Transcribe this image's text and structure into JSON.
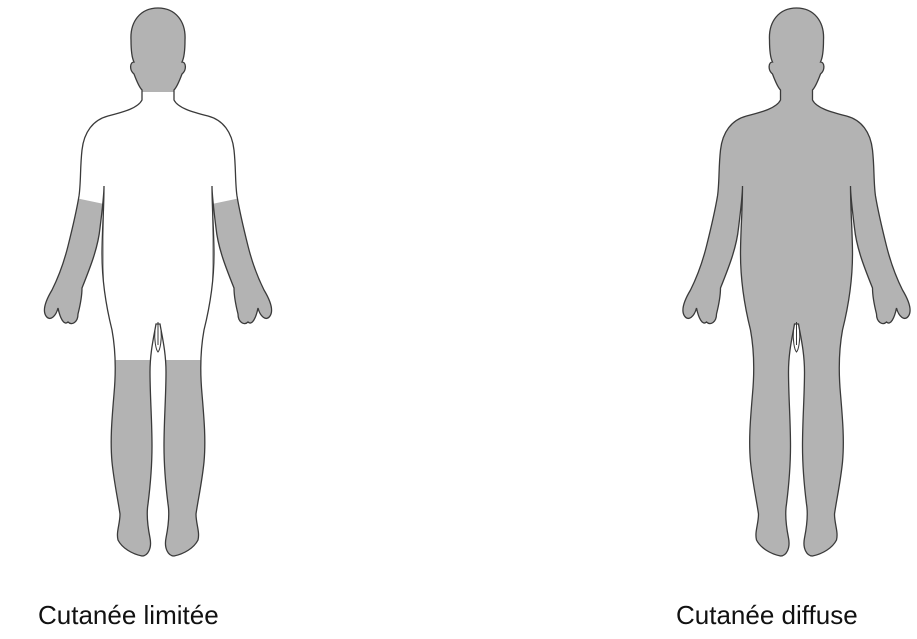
{
  "captions": {
    "limited": "Cutanée limitée",
    "diffuse": "Cutanée diffuse"
  },
  "colors": {
    "affected_skin": "#b3b3b3",
    "unaffected_skin": "#ffffff",
    "outline": "#3a3a3a"
  },
  "figures": [
    {
      "id": "limited",
      "affected_regions": [
        "face",
        "neck",
        "forearms",
        "hands",
        "lower-legs",
        "feet"
      ]
    },
    {
      "id": "diffuse",
      "affected_regions": [
        "whole-body"
      ]
    }
  ]
}
